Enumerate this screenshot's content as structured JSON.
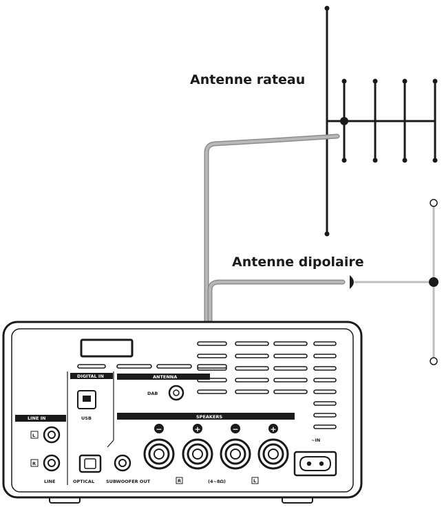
{
  "callouts": {
    "yagi": "Antenne rateau",
    "dipole": "Antenne dipolaire"
  },
  "panel": {
    "digital_in": "DIGITAL IN",
    "antenna": "ANTENNA",
    "dab": "DAB",
    "usb": "USB",
    "line_in": "LINE IN",
    "line": "LINE",
    "optical": "OPTICAL",
    "subwoofer_out": "SUBWOOFER OUT",
    "speakers": "SPEAKERS",
    "impedance": "(4~8Ω)",
    "ac_in": "~IN",
    "left_l": "L",
    "right_r": "R",
    "minus": "−",
    "plus": "+"
  },
  "colors": {
    "line": "#1a1a1a",
    "cable": "#a8a8a8",
    "cable_edge": "#888888",
    "panel_fill": "#ffffff"
  }
}
